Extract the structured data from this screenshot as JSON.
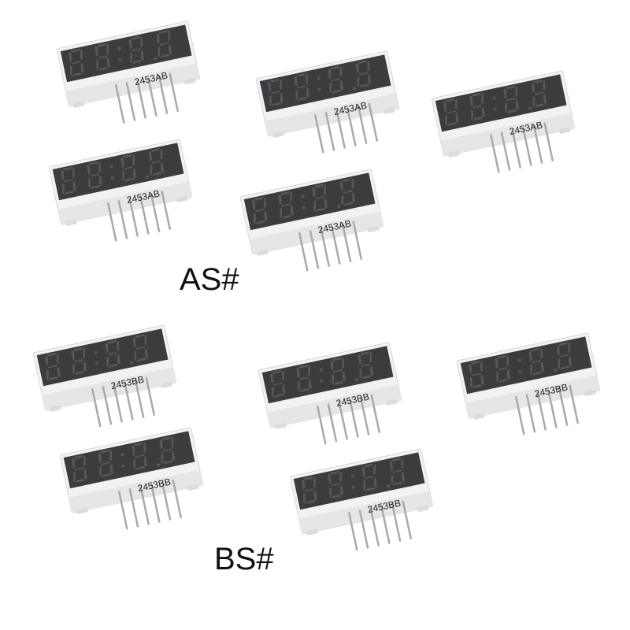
{
  "product": {
    "group_a": {
      "label": "AS#",
      "part_number": "2453AB"
    },
    "group_b": {
      "label": "BS#",
      "part_number": "2453BB"
    }
  },
  "colors": {
    "face": "#3a3c3e",
    "segment": "#55585b",
    "body": "#f2f2f2",
    "body_side": "#dcdcdc",
    "pin": "#a9a9a9",
    "text": "#222222"
  }
}
